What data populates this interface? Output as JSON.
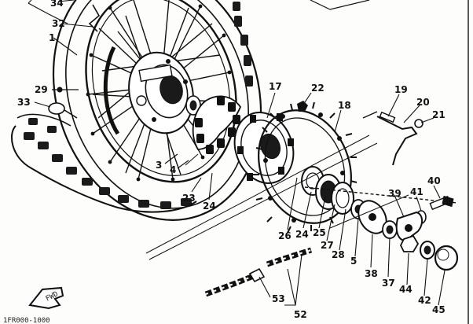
{
  "diagram": {
    "fwd_badge": "FWD",
    "footer_code": "1FR000-1000",
    "parts": [
      {
        "id": "p34",
        "num": "34"
      },
      {
        "id": "p32",
        "num": "32"
      },
      {
        "id": "p1",
        "num": "1"
      },
      {
        "id": "p29",
        "num": "29"
      },
      {
        "id": "p33",
        "num": "33"
      },
      {
        "id": "p17",
        "num": "17"
      },
      {
        "id": "p22",
        "num": "22"
      },
      {
        "id": "p18",
        "num": "18"
      },
      {
        "id": "p19",
        "num": "19"
      },
      {
        "id": "p20",
        "num": "20"
      },
      {
        "id": "p21",
        "num": "21"
      },
      {
        "id": "p3",
        "num": "3"
      },
      {
        "id": "p4",
        "num": "4"
      },
      {
        "id": "p23",
        "num": "23"
      },
      {
        "id": "p24a",
        "num": "24"
      },
      {
        "id": "p24b",
        "num": "24"
      },
      {
        "id": "p26",
        "num": "26"
      },
      {
        "id": "p25",
        "num": "25"
      },
      {
        "id": "p27",
        "num": "27"
      },
      {
        "id": "p28",
        "num": "28"
      },
      {
        "id": "p5",
        "num": "5"
      },
      {
        "id": "p38",
        "num": "38"
      },
      {
        "id": "p37",
        "num": "37"
      },
      {
        "id": "p39",
        "num": "39"
      },
      {
        "id": "p41",
        "num": "41"
      },
      {
        "id": "p40",
        "num": "40"
      },
      {
        "id": "p44",
        "num": "44"
      },
      {
        "id": "p42",
        "num": "42"
      },
      {
        "id": "p45",
        "num": "45"
      },
      {
        "id": "p53",
        "num": "53"
      },
      {
        "id": "p52",
        "num": "52"
      }
    ]
  }
}
